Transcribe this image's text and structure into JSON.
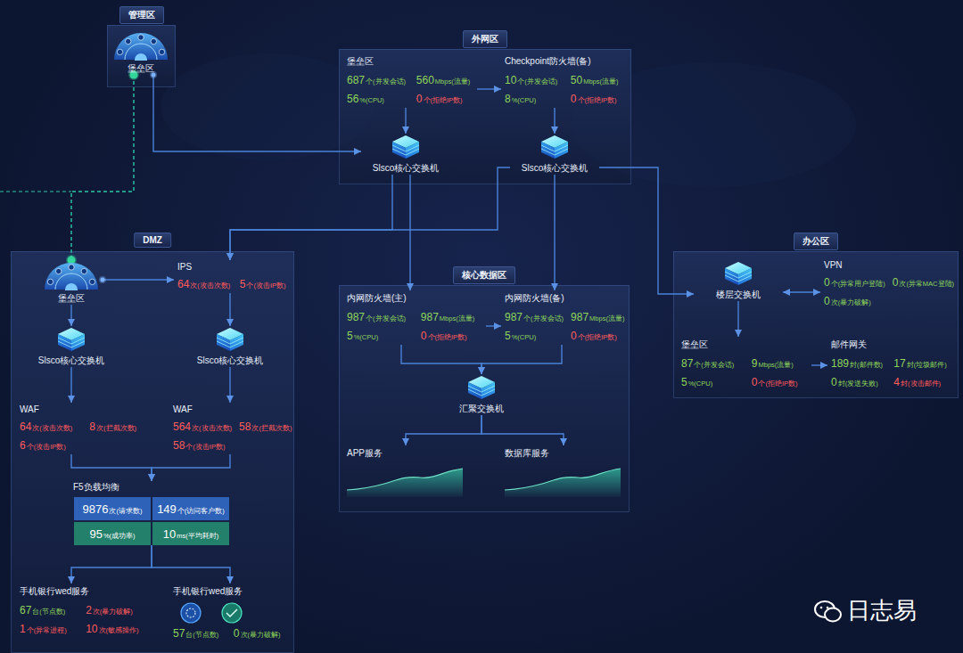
{
  "diagram": {
    "nodes": [
      {
        "text": [
          "管理区"
        ]
      },
      {
        "text": [
          "堡垒区"
        ],
        "in": 0
      },
      {
        "text": [
          "外网区"
        ]
      },
      {
        "text": [
          "堡垒区",
          "687",
          "个(并发会话)",
          "560",
          "Mbps(流量)",
          "56",
          "%(CPU)",
          "0",
          "个(拒绝IP数)"
        ],
        "in": 2
      },
      {
        "text": [
          "Checkpoint防火墙(备)",
          "10",
          "个(并发会话)",
          "50",
          "Mbps(流量)",
          "8",
          "%(CPU)",
          "0",
          "个(拒绝IP数)"
        ],
        "in": 2
      },
      {
        "text": [
          "Slsco核心交换机"
        ],
        "in": 2
      },
      {
        "text": [
          "Slsco核心交换机"
        ],
        "in": 2
      },
      {
        "text": [
          "办公区"
        ]
      },
      {
        "text": [
          "楼层交换机"
        ],
        "in": 7
      },
      {
        "text": [
          "VPN",
          "0",
          "个(异常用户登陆)",
          "0",
          "次(异常MAC登陆)",
          "0",
          "次(暴力破解)"
        ],
        "in": 7
      },
      {
        "text": [
          "堡垒区",
          "87",
          "个(并发会话)",
          "9",
          "Mbps(流量)",
          "5",
          "%(CPU)",
          "0",
          "个(拒绝IP数)"
        ],
        "in": 7
      },
      {
        "text": [
          "邮件网关",
          "189",
          "封(邮件数)",
          "17",
          "封(垃圾邮件)",
          "0",
          "封(发送失败)",
          "4",
          "封(攻击邮件)"
        ],
        "in": 7
      },
      {
        "text": [
          "DMZ"
        ]
      },
      {
        "text": [
          "堡垒区"
        ],
        "in": 12
      },
      {
        "text": [
          "IPS",
          "64",
          "次(攻击次数)",
          "5",
          "个(攻击IP数)"
        ],
        "in": 12
      },
      {
        "text": [
          "Slsco核心交换机"
        ],
        "in": 12
      },
      {
        "text": [
          "Slsco核心交换机"
        ],
        "in": 12
      },
      {
        "text": [
          "WAF",
          "64",
          "次(攻击次数)",
          "8",
          "次(拦截次数)",
          "6",
          "个(攻击IP数)"
        ],
        "in": 12
      },
      {
        "text": [
          "WAF",
          "564",
          "次(攻击次数)",
          "58",
          "次(拦截次数)",
          "58",
          "个(攻击IP数)"
        ],
        "in": 12
      },
      {
        "text": [
          "F5负载均衡",
          "9876",
          "次(请求数)",
          "149",
          "个(访问客户数)",
          "95",
          "%(成功率)",
          "10",
          "ms(平均耗时)"
        ],
        "in": 12
      },
      {
        "text": [
          "手机银行wed服务",
          "67",
          "台(节点数)",
          "2",
          "次(暴力破解)",
          "1",
          "个(异常进程)",
          "10",
          "次(敏感操作)"
        ],
        "in": 12
      },
      {
        "text": [
          "手机银行wed服务",
          "57",
          "台(节点数)",
          "0",
          "次(暴力破解)"
        ],
        "in": 12
      },
      {
        "text": [
          "核心数据区"
        ]
      },
      {
        "text": [
          "内网防火墙(主)",
          "987",
          "个(并发会话)",
          "987",
          "Mbps(流量)",
          "5",
          "%(CPU)",
          "0",
          "个(拒绝IP数)"
        ],
        "in": 22
      },
      {
        "text": [
          "内网防火墙(备)",
          "987",
          "个(并发会话)",
          "987",
          "Mbps(流量)",
          "5",
          "%(CPU)",
          "0",
          "个(拒绝IP数)"
        ],
        "in": 22
      },
      {
        "text": [
          "汇聚交换机"
        ],
        "in": 22
      },
      {
        "text": [
          "APP服务"
        ],
        "in": 22
      },
      {
        "text": [
          "数据库服务"
        ],
        "in": 22
      }
    ],
    "edges": [
      {
        "from": 1,
        "to": 13,
        "arrow": "none"
      },
      {
        "from": 1,
        "to": 5,
        "arrow": "to"
      },
      {
        "from": 3,
        "to": 5,
        "arrow": "to"
      },
      {
        "from": 4,
        "to": 6,
        "arrow": "to"
      },
      {
        "from": 3,
        "to": 4,
        "arrow": "to"
      },
      {
        "from": 5,
        "to": 14,
        "arrow": "to"
      },
      {
        "from": 6,
        "to": 14,
        "arrow": "to"
      },
      {
        "from": 5,
        "to": 23,
        "arrow": "to"
      },
      {
        "from": 6,
        "to": 24,
        "arrow": "to"
      },
      {
        "from": 6,
        "to": 8,
        "arrow": "to"
      },
      {
        "from": 13,
        "to": 14,
        "arrow": "to"
      },
      {
        "from": 13,
        "to": 15,
        "arrow": "to"
      },
      {
        "from": 14,
        "to": 16,
        "arrow": "to"
      },
      {
        "from": 15,
        "to": 17,
        "arrow": "to"
      },
      {
        "from": 16,
        "to": 18,
        "arrow": "to"
      },
      {
        "from": 17,
        "to": 19,
        "arrow": "to"
      },
      {
        "from": 18,
        "to": 19,
        "arrow": "to"
      },
      {
        "from": 19,
        "to": 20,
        "arrow": "to"
      },
      {
        "from": 19,
        "to": 21,
        "arrow": "to"
      },
      {
        "from": 23,
        "to": 24,
        "arrow": "to"
      },
      {
        "from": 23,
        "to": 25,
        "arrow": "to"
      },
      {
        "from": 24,
        "to": 25,
        "arrow": "to"
      },
      {
        "from": 25,
        "to": 26,
        "arrow": "to"
      },
      {
        "from": 25,
        "to": 27,
        "arrow": "to"
      },
      {
        "from": 8,
        "to": 9,
        "arrow": "both"
      },
      {
        "from": 8,
        "to": 10,
        "arrow": "to"
      },
      {
        "from": 10,
        "to": 11,
        "arrow": "to"
      }
    ],
    "labels": [
      "日志易"
    ]
  }
}
